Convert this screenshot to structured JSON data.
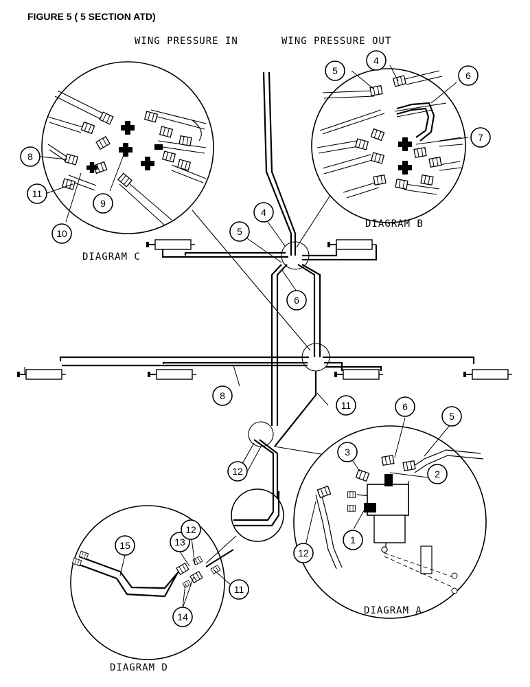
{
  "figure": {
    "title": "FIGURE 5 ( 5 SECTION ATD)"
  },
  "labels": {
    "wing_in": "WING PRESSURE IN",
    "wing_out": "WING PRESSURE OUT",
    "diagram_a": "DIAGRAM A",
    "diagram_b": "DIAGRAM B",
    "diagram_c": "DIAGRAM C",
    "diagram_d": "DIAGRAM D"
  },
  "callouts": [
    {
      "num": "1"
    },
    {
      "num": "2"
    },
    {
      "num": "3"
    },
    {
      "num": "4"
    },
    {
      "num": "4"
    },
    {
      "num": "5"
    },
    {
      "num": "5"
    },
    {
      "num": "5"
    },
    {
      "num": "6"
    },
    {
      "num": "6"
    },
    {
      "num": "6"
    },
    {
      "num": "7"
    },
    {
      "num": "8"
    },
    {
      "num": "8"
    },
    {
      "num": "9"
    },
    {
      "num": "10"
    },
    {
      "num": "11"
    },
    {
      "num": "11"
    },
    {
      "num": "11"
    },
    {
      "num": "12"
    },
    {
      "num": "12"
    },
    {
      "num": "12"
    },
    {
      "num": "13"
    },
    {
      "num": "14"
    },
    {
      "num": "15"
    }
  ]
}
